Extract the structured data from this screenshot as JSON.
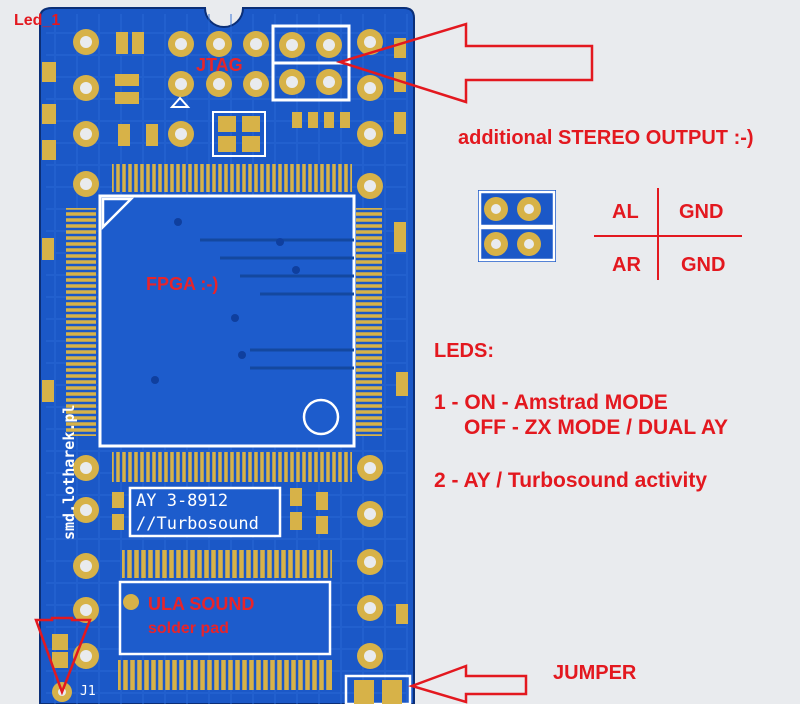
{
  "labels": {
    "led_1": "Led_1",
    "jtag": "JTAG",
    "fpga": "FPGA :-)",
    "ay_line1": "AY 3-8912",
    "ay_line2": "//Turbosound",
    "ula_line1": "ULA SOUND",
    "ula_line2": "solder pad",
    "vertical_brand": "smd.lotharek.pl",
    "j1": "J1",
    "stereo_title": "additional STEREO OUTPUT :-)",
    "al": "AL",
    "gnd_top": "GND",
    "ar": "AR",
    "gnd_bottom": "GND",
    "leds_title": "LEDS:",
    "led1_on": "1 - ON - Amstrad MODE",
    "led1_off": "OFF - ZX MODE /  DUAL AY",
    "led2": "2 - AY  / Turbosound activity",
    "jumper": "JUMPER"
  },
  "colors": {
    "background": "#e9ebee",
    "board": "#1b58c7",
    "board_dark": "#0f3f9e",
    "copper": "#d7b248",
    "annotation": "#e3181f",
    "silkscreen": "#ffffff"
  }
}
